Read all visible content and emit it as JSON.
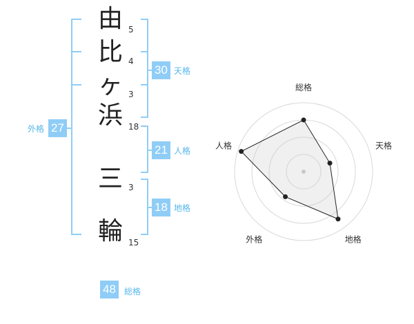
{
  "name_chars": [
    {
      "char": "由",
      "strokes": "5"
    },
    {
      "char": "比",
      "strokes": "4"
    },
    {
      "char": "ヶ",
      "strokes": "3"
    },
    {
      "char": "浜",
      "strokes": "18"
    },
    {
      "char": "三",
      "strokes": "3"
    },
    {
      "char": "輪",
      "strokes": "15"
    }
  ],
  "fortune": {
    "tenkaku": {
      "label": "天格",
      "value": "30"
    },
    "jinkaku": {
      "label": "人格",
      "value": "21"
    },
    "chikaku": {
      "label": "地格",
      "value": "18"
    },
    "gaikaku": {
      "label": "外格",
      "value": "27"
    },
    "soukaku": {
      "label": "総格",
      "value": "48"
    }
  },
  "colors": {
    "accent": "#8fcdf7",
    "accent_text": "#56b7ec",
    "bracket": "#8fcdf7"
  },
  "chart_data": {
    "type": "radar",
    "categories": [
      "総格",
      "天格",
      "地格",
      "外格",
      "人格"
    ],
    "values": [
      0.75,
      0.4,
      0.85,
      0.45,
      0.95
    ],
    "rings": 4,
    "range": [
      0,
      1
    ]
  }
}
